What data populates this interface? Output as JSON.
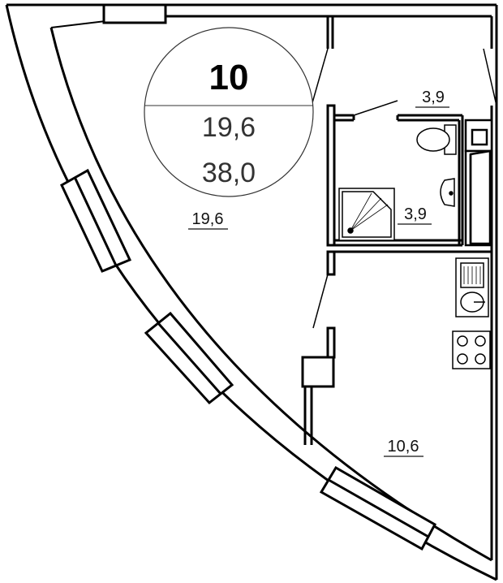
{
  "apartment": {
    "number": "10",
    "living_area": "19,6",
    "total_area": "38,0"
  },
  "rooms": {
    "living_room_area": "19,6",
    "hall_area": "3,9",
    "bathroom_area": "3,9",
    "kitchen_area": "10,6"
  },
  "colors": {
    "wall": "#000000",
    "line": "#1a1a1a",
    "background": "#ffffff",
    "fixture_fill": "#ffffff",
    "stall_fill": "#e8e8e8"
  },
  "icons": [
    "toilet-icon",
    "washbasin-icon",
    "shower-tray-icon",
    "kitchen-sink-icon",
    "stove-icon",
    "window-icon",
    "door-swing-icon",
    "ventilation-shaft-icon"
  ]
}
